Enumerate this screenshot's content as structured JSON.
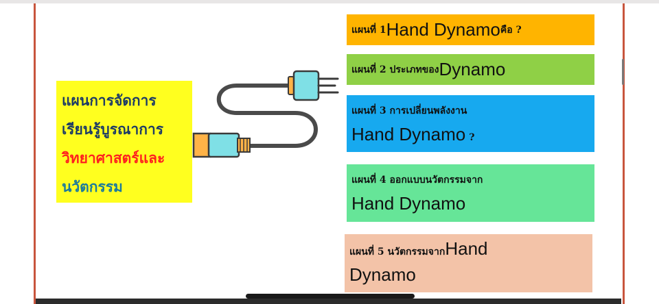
{
  "title_box": {
    "line1": "แผนการจัดการ",
    "line2": "เรียนรู้บูรณาการ",
    "line3": "วิทยาศาสตร์และ",
    "line4": "นวัตกรรม"
  },
  "plans": [
    {
      "prefix": "แผนที่ 1 ",
      "en": "Hand Dynamo",
      "suffix": " คือ ?"
    },
    {
      "prefix": "แผนที่ 2 ประเภทของ ",
      "en": "Dynamo"
    },
    {
      "line1": "แผนที่ 3 การเปลี่ยนพลังงาน",
      "en": "Hand Dynamo",
      "suffix": " ?"
    },
    {
      "line1": "แผนที่ 4 ออกแบบนวัตกรรมจาก",
      "en": "Hand Dynamo"
    },
    {
      "prefix": "แผนที่ 5 นวัตกรรมจาก",
      "en_a": "Hand",
      "en_b": "Dynamo"
    }
  ],
  "colors": {
    "yellow_box": "#ffff1f",
    "plan1": "#ffb400",
    "plan2": "#8fd046",
    "plan3": "#17a9ef",
    "plan4": "#66e598",
    "plan5": "#f3c3a8",
    "frame": "#c8553d",
    "plug_body": "#7fe0e6",
    "plug_collar": "#ffb347",
    "cable": "#4a4a4a"
  },
  "icons": {
    "illustration": "power-cable-plug-icon"
  }
}
